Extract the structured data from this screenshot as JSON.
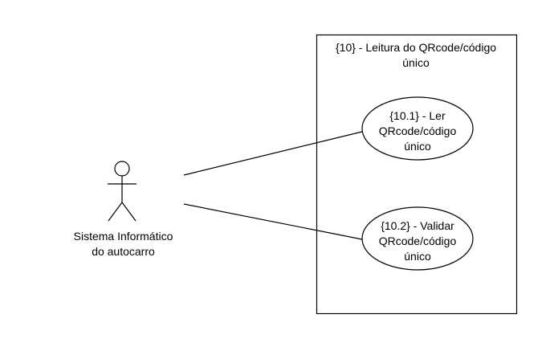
{
  "diagram": {
    "system_boundary": {
      "title": "{10} - Leitura do QRcode/código\núnico"
    },
    "actor": {
      "label": "Sistema Informático\ndo autocarro"
    },
    "use_cases": [
      {
        "label": "{10.1} - Ler\nQRcode/código\núnico"
      },
      {
        "label": "{10.2} - Validar\nQRcode/código\núnico"
      }
    ],
    "colors": {
      "stroke": "#000000",
      "background": "#ffffff"
    }
  }
}
